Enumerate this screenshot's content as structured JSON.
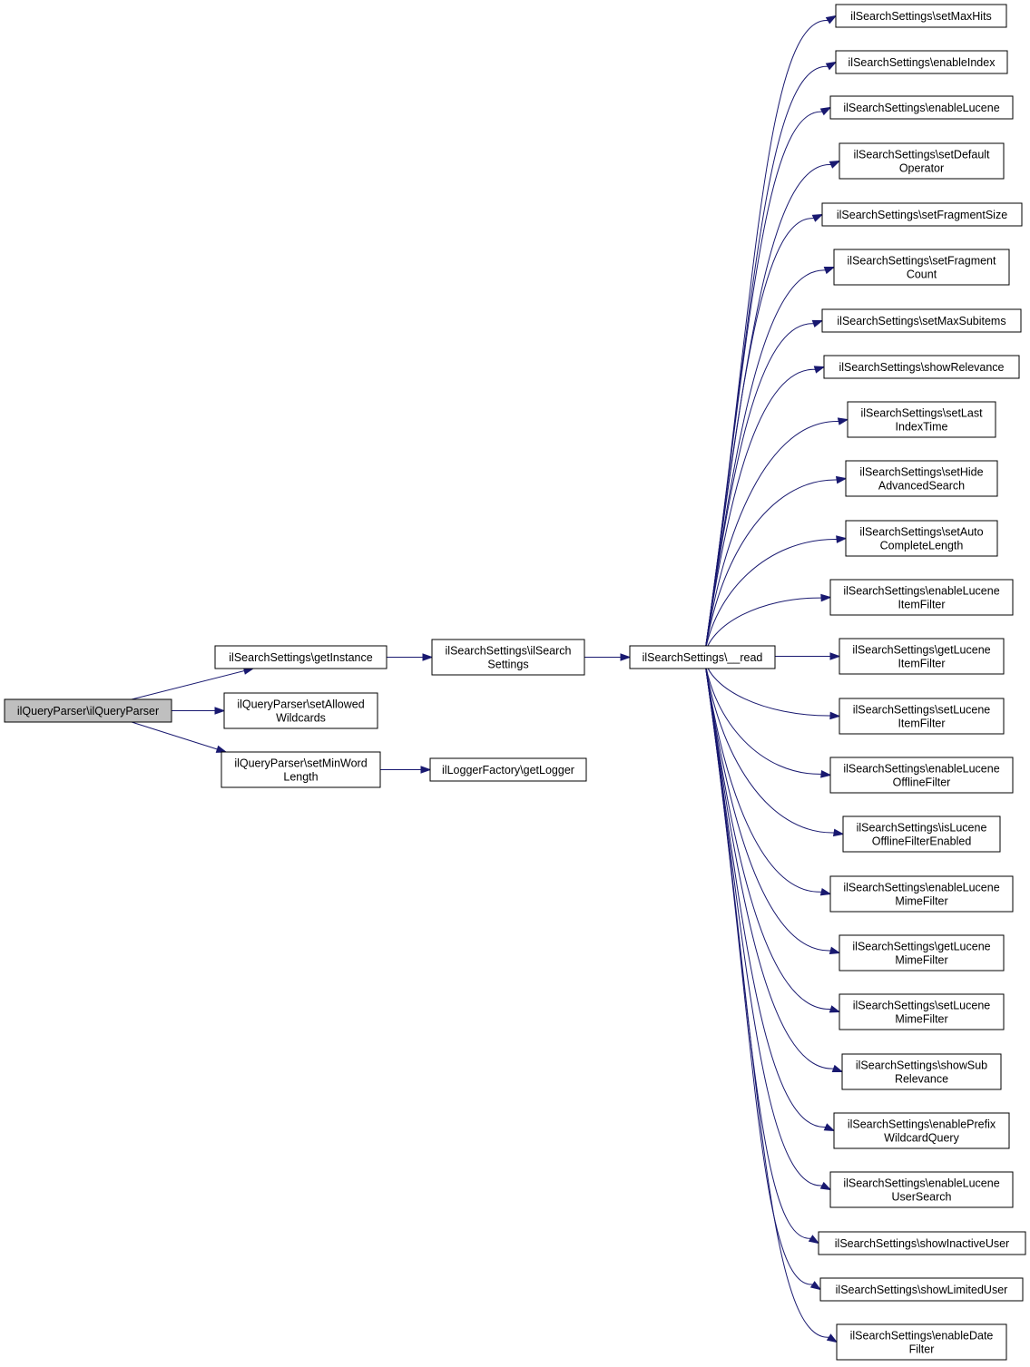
{
  "nodes": [
    {
      "id": "root",
      "lines": [
        "ilQueryParser\\ilQueryParser"
      ],
      "root": true
    },
    {
      "id": "getInstance",
      "lines": [
        "ilSearchSettings\\getInstance"
      ]
    },
    {
      "id": "setAllowedWildcards",
      "lines": [
        "ilQueryParser\\setAllowed",
        "Wildcards"
      ]
    },
    {
      "id": "setMinWordLength",
      "lines": [
        "ilQueryParser\\setMinWord",
        "Length"
      ]
    },
    {
      "id": "ctor",
      "lines": [
        "ilSearchSettings\\ilSearch",
        "Settings"
      ]
    },
    {
      "id": "getLogger",
      "lines": [
        "ilLoggerFactory\\getLogger"
      ]
    },
    {
      "id": "read",
      "lines": [
        "ilSearchSettings\\__read"
      ]
    },
    {
      "id": "t0",
      "lines": [
        "ilSearchSettings\\setMaxHits"
      ]
    },
    {
      "id": "t1",
      "lines": [
        "ilSearchSettings\\enableIndex"
      ]
    },
    {
      "id": "t2",
      "lines": [
        "ilSearchSettings\\enableLucene"
      ]
    },
    {
      "id": "t3",
      "lines": [
        "ilSearchSettings\\setDefault",
        "Operator"
      ]
    },
    {
      "id": "t4",
      "lines": [
        "ilSearchSettings\\setFragmentSize"
      ]
    },
    {
      "id": "t5",
      "lines": [
        "ilSearchSettings\\setFragment",
        "Count"
      ]
    },
    {
      "id": "t6",
      "lines": [
        "ilSearchSettings\\setMaxSubitems"
      ]
    },
    {
      "id": "t7",
      "lines": [
        "ilSearchSettings\\showRelevance"
      ]
    },
    {
      "id": "t8",
      "lines": [
        "ilSearchSettings\\setLast",
        "IndexTime"
      ]
    },
    {
      "id": "t9",
      "lines": [
        "ilSearchSettings\\setHide",
        "AdvancedSearch"
      ]
    },
    {
      "id": "t10",
      "lines": [
        "ilSearchSettings\\setAuto",
        "CompleteLength"
      ]
    },
    {
      "id": "t11",
      "lines": [
        "ilSearchSettings\\enableLucene",
        "ItemFilter"
      ]
    },
    {
      "id": "t12",
      "lines": [
        "ilSearchSettings\\getLucene",
        "ItemFilter"
      ]
    },
    {
      "id": "t13",
      "lines": [
        "ilSearchSettings\\setLucene",
        "ItemFilter"
      ]
    },
    {
      "id": "t14",
      "lines": [
        "ilSearchSettings\\enableLucene",
        "OfflineFilter"
      ]
    },
    {
      "id": "t15",
      "lines": [
        "ilSearchSettings\\isLucene",
        "OfflineFilterEnabled"
      ]
    },
    {
      "id": "t16",
      "lines": [
        "ilSearchSettings\\enableLucene",
        "MimeFilter"
      ]
    },
    {
      "id": "t17",
      "lines": [
        "ilSearchSettings\\getLucene",
        "MimeFilter"
      ]
    },
    {
      "id": "t18",
      "lines": [
        "ilSearchSettings\\setLucene",
        "MimeFilter"
      ]
    },
    {
      "id": "t19",
      "lines": [
        "ilSearchSettings\\showSub",
        "Relevance"
      ]
    },
    {
      "id": "t20",
      "lines": [
        "ilSearchSettings\\enablePrefix",
        "WildcardQuery"
      ]
    },
    {
      "id": "t21",
      "lines": [
        "ilSearchSettings\\enableLucene",
        "UserSearch"
      ]
    },
    {
      "id": "t22",
      "lines": [
        "ilSearchSettings\\showInactiveUser"
      ]
    },
    {
      "id": "t23",
      "lines": [
        "ilSearchSettings\\showLimitedUser"
      ]
    },
    {
      "id": "t24",
      "lines": [
        "ilSearchSettings\\enableDate",
        "Filter"
      ]
    }
  ],
  "edges": [
    [
      "root",
      "getInstance"
    ],
    [
      "root",
      "setAllowedWildcards"
    ],
    [
      "root",
      "setMinWordLength"
    ],
    [
      "getInstance",
      "ctor"
    ],
    [
      "setMinWordLength",
      "getLogger"
    ],
    [
      "ctor",
      "read"
    ],
    [
      "read",
      "t0"
    ],
    [
      "read",
      "t1"
    ],
    [
      "read",
      "t2"
    ],
    [
      "read",
      "t3"
    ],
    [
      "read",
      "t4"
    ],
    [
      "read",
      "t5"
    ],
    [
      "read",
      "t6"
    ],
    [
      "read",
      "t7"
    ],
    [
      "read",
      "t8"
    ],
    [
      "read",
      "t9"
    ],
    [
      "read",
      "t10"
    ],
    [
      "read",
      "t11"
    ],
    [
      "read",
      "t12"
    ],
    [
      "read",
      "t13"
    ],
    [
      "read",
      "t14"
    ],
    [
      "read",
      "t15"
    ],
    [
      "read",
      "t16"
    ],
    [
      "read",
      "t17"
    ],
    [
      "read",
      "t18"
    ],
    [
      "read",
      "t19"
    ],
    [
      "read",
      "t20"
    ],
    [
      "read",
      "t21"
    ],
    [
      "read",
      "t22"
    ],
    [
      "read",
      "t23"
    ],
    [
      "read",
      "t24"
    ]
  ],
  "colors": {
    "edge": "#191970",
    "root_fill": "#bfbfbf",
    "node_fill": "#ffffff"
  }
}
